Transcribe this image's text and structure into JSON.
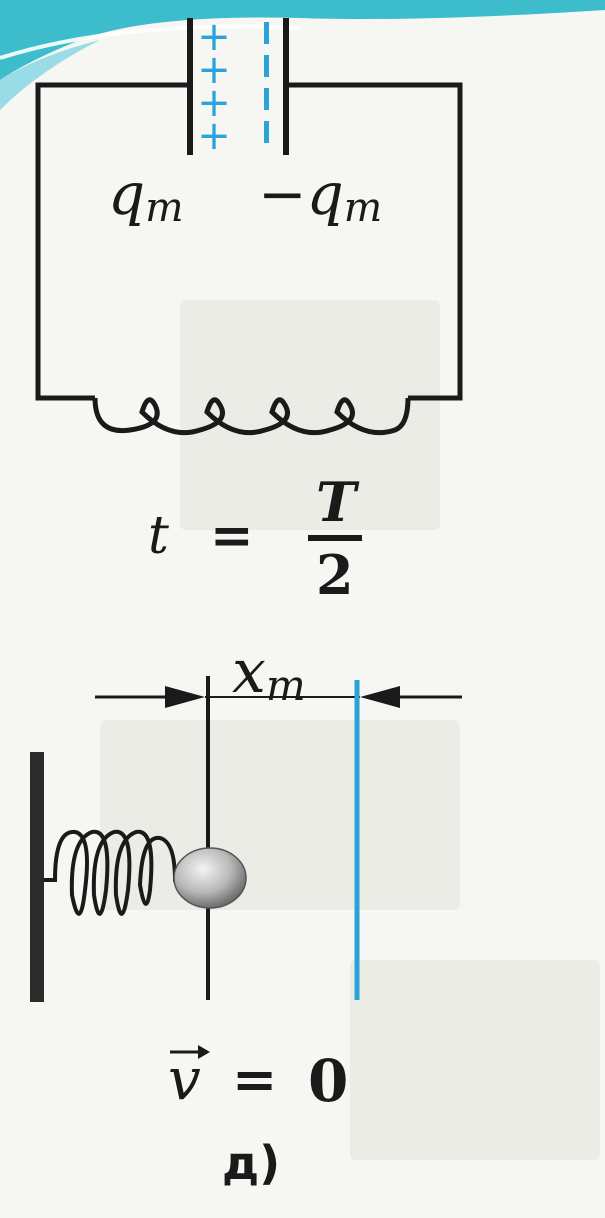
{
  "lc_circuit": {
    "capacitor_left_plate_signs": [
      "+",
      "+",
      "+",
      "+"
    ],
    "capacitor_right_plate_signs": [
      "-",
      "-",
      "-",
      "-"
    ],
    "charge_left": "q",
    "charge_left_sub": "m",
    "charge_right": "−q",
    "charge_right_sub": "m",
    "time_var": "t",
    "time_equals": "=",
    "time_numerator": "T",
    "time_denominator": "2"
  },
  "spring_pendulum": {
    "displacement_var": "x",
    "displacement_sub": "m",
    "velocity_var": "v",
    "velocity_equals": "=",
    "velocity_value": "0"
  },
  "panel_label": "д)",
  "colors": {
    "ink": "#1a1a1a",
    "accent_blue": "#2aa4d8",
    "frame_teal": "#29b6c8",
    "paper": "#f6f6f2"
  }
}
